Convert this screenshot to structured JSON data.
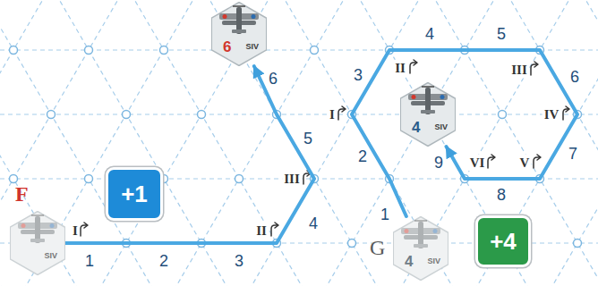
{
  "diagram": {
    "nodes": [
      {
        "text": [
          "F",
          "SIV"
        ]
      },
      {
        "text": [
          "6",
          "SIV"
        ]
      },
      {
        "text": [
          "4",
          "SIV"
        ]
      },
      {
        "text": [
          "G",
          "4",
          "SIV"
        ]
      },
      {
        "text": [
          "+1"
        ]
      },
      {
        "text": [
          "+4"
        ]
      }
    ],
    "edges": [
      {
        "from": 0,
        "to": 1,
        "arrow": "to"
      },
      {
        "from": 3,
        "to": 2,
        "arrow": "to"
      }
    ],
    "labels": [
      "I",
      "1",
      "2",
      "3",
      "II",
      "4",
      "III",
      "5",
      "6",
      "1",
      "2",
      "3",
      "I",
      "II",
      "4",
      "5",
      "III",
      "6",
      "IV",
      "7",
      "V",
      "8",
      "VI",
      "9"
    ]
  }
}
